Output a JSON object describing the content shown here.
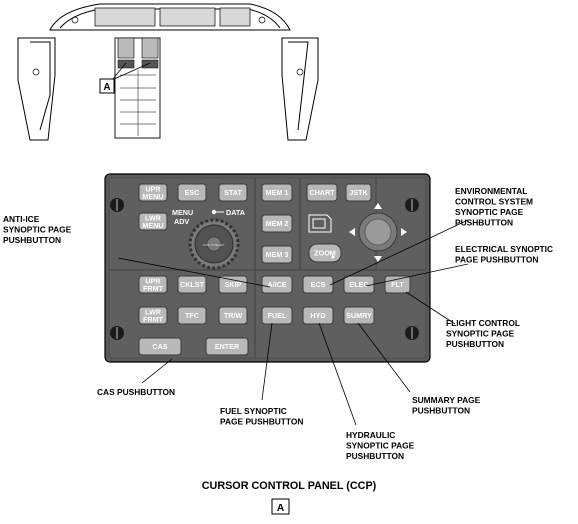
{
  "locator_label": "A",
  "panel_title": "CURSOR CONTROL PANEL (CCP)",
  "panel_ref": "A",
  "knob": {
    "label_menu": "MENU",
    "label_adv": "ADV",
    "label_data": "DATA",
    "center_text": "PUSH TO SELECT"
  },
  "buttons": {
    "upr_menu": [
      "UPR",
      "MENU"
    ],
    "lwr_menu": [
      "LWR",
      "MENU"
    ],
    "esc": "ESC",
    "stat": "STAT",
    "mem1": "MEM 1",
    "mem2": "MEM 2",
    "mem3": "MEM 3",
    "chart": "CHART",
    "jstk": "JSTK",
    "zoom": "ZOOM",
    "upr_frmt": [
      "UPR",
      "FRMT"
    ],
    "lwr_frmt": [
      "LWR",
      "FRMT"
    ],
    "cklst": "CKLST",
    "skip": "SKIP",
    "tfc": "TFC",
    "trw": "TR/W",
    "cas": "CAS",
    "enter": "ENTER",
    "aice": "A/ICE",
    "ecs": "ECS",
    "elec": "ELEC",
    "flt": "FLT",
    "fuel": "FUEL",
    "hyd": "HYD",
    "sumry": "SUMRY"
  },
  "callouts": {
    "anti_ice": [
      "ANTI-ICE",
      "SYNOPTIC PAGE",
      "PUSHBUTTON"
    ],
    "ecs": [
      "ENVIRONMENTAL",
      "CONTROL SYSTEM",
      "SYNOPTIC PAGE",
      "PUSHBUTTON"
    ],
    "elec": [
      "ELECTRICAL SYNOPTIC",
      "PAGE PUSHBUTTON"
    ],
    "flt": [
      "FLIGHT CONTROL",
      "SYNOPTIC PAGE",
      "PUSHBUTTON"
    ],
    "cas": [
      "CAS PUSHBUTTON"
    ],
    "fuel": [
      "FUEL SYNOPTIC",
      "PAGE PUSHBUTTON"
    ],
    "hyd": [
      "HYDRAULIC",
      "SYNOPTIC PAGE",
      "PUSHBUTTON"
    ],
    "sumry": [
      "SUMMARY PAGE",
      "PUSHBUTTON"
    ]
  }
}
